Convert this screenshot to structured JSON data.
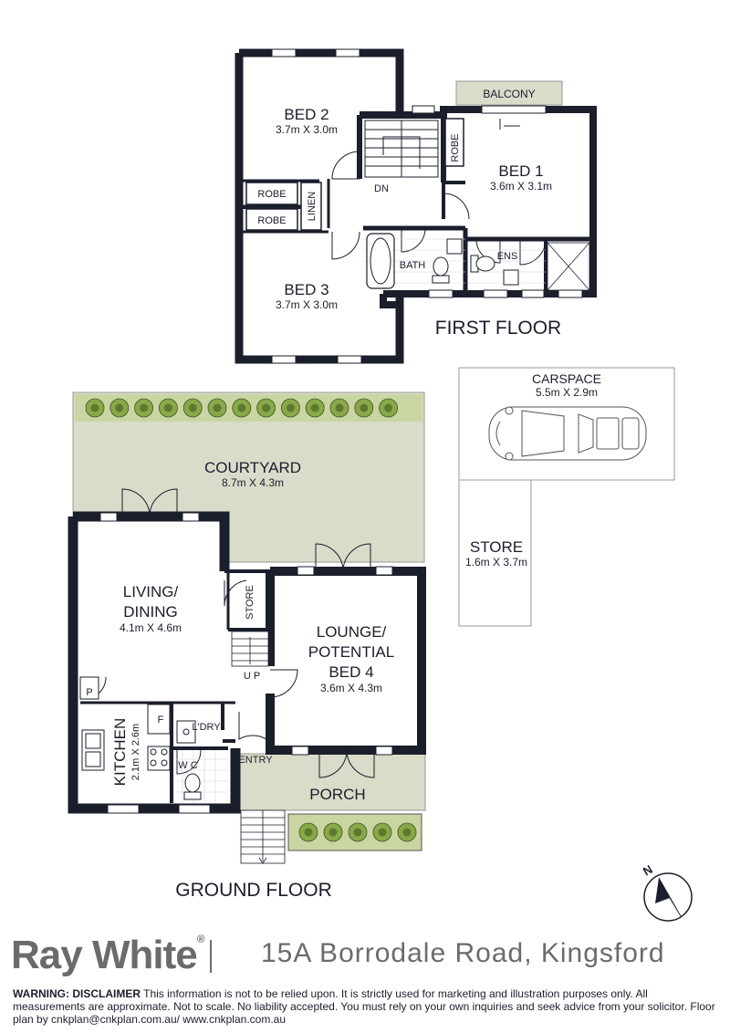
{
  "first_floor": {
    "floor_label": "FIRST FLOOR",
    "rooms": {
      "bed2": {
        "name": "BED 2",
        "size": "3.7m X 3.0m"
      },
      "bed3": {
        "name": "BED 3",
        "size": "3.7m X 3.0m"
      },
      "bed1": {
        "name": "BED 1",
        "size": "3.6m X 3.1m"
      },
      "balcony": "BALCONY",
      "robe_bed2": "ROBE",
      "robe_bed3": "ROBE",
      "robe_bed1": "ROBE",
      "linen": "LINEN",
      "dn": "DN",
      "bath": "BATH",
      "ens": "ENS"
    }
  },
  "ground_floor": {
    "floor_label": "GROUND FLOOR",
    "rooms": {
      "courtyard": {
        "name": "COURTYARD",
        "size": "8.7m X 4.3m"
      },
      "living_line1": "LIVING/",
      "living_line2": "DINING",
      "living_size": "4.1m X 4.6m",
      "lounge_line1": "LOUNGE/",
      "lounge_line2": "POTENTIAL",
      "lounge_line3": "BED 4",
      "lounge_size": "3.6m X 4.3m",
      "store": "STORE",
      "kitchen": "KITCHEN",
      "kitchen_size": "2.1m X 2.6m",
      "pantry": "P",
      "fridge": "F",
      "laundry": "L'DRY",
      "wc": "W C",
      "entry": "ENTRY",
      "porch": "PORCH",
      "up": "U P"
    }
  },
  "carspace": {
    "name": "CARSPACE",
    "size": "5.5m X 2.9m"
  },
  "outside_store": {
    "name": "STORE",
    "size": "1.6m X 3.7m"
  },
  "compass": {
    "label": "N"
  },
  "footer": {
    "brand": "Ray White",
    "brand_mark": "®",
    "address": "15A Borrodale Road, Kingsford",
    "disclaimer_heading": "WARNING: DISCLAIMER",
    "disclaimer_text": "This information is not to be relied upon. It is strictly used for marketing and illustration purposes only. All measurements are approximate. Not to scale. No liability accepted. You must rely on your own inquiries and seek advice from your solicitor. Floor plan by cnkplan@cnkplan.com.au/ www.cnkplan.com.au"
  },
  "colors": {
    "wall": "#1b1e2b",
    "outdoor": "#d9dcc9",
    "hedge": "#8aa84a",
    "accent_grey": "#6b6b6b"
  }
}
